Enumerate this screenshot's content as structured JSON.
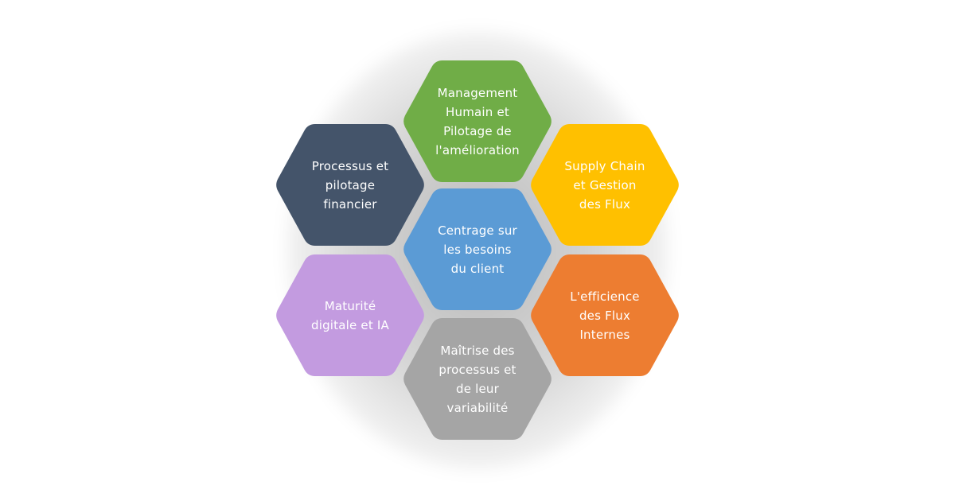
{
  "diagram": {
    "center": {
      "label": "Centrage sur\nles besoins\ndu client",
      "color": "#5B9BD5"
    },
    "top": {
      "label": "Management\nHumain et\nPilotage de\nl'amélioration",
      "color": "#70AD47"
    },
    "upper_right": {
      "label": "Supply Chain\net Gestion\ndes Flux",
      "color": "#FFC000"
    },
    "lower_right": {
      "label": "L'efficience\ndes Flux\nInternes",
      "color": "#ED7D31"
    },
    "bottom": {
      "label": "Maîtrise des\nprocessus et\nde leur\nvariabilité",
      "color": "#A5A5A5"
    },
    "lower_left": {
      "label": "Maturité\ndigitale et IA",
      "color": "#C39BE0"
    },
    "upper_left": {
      "label": "Processus et\npilotage\nfinancier",
      "color": "#44546A"
    }
  }
}
